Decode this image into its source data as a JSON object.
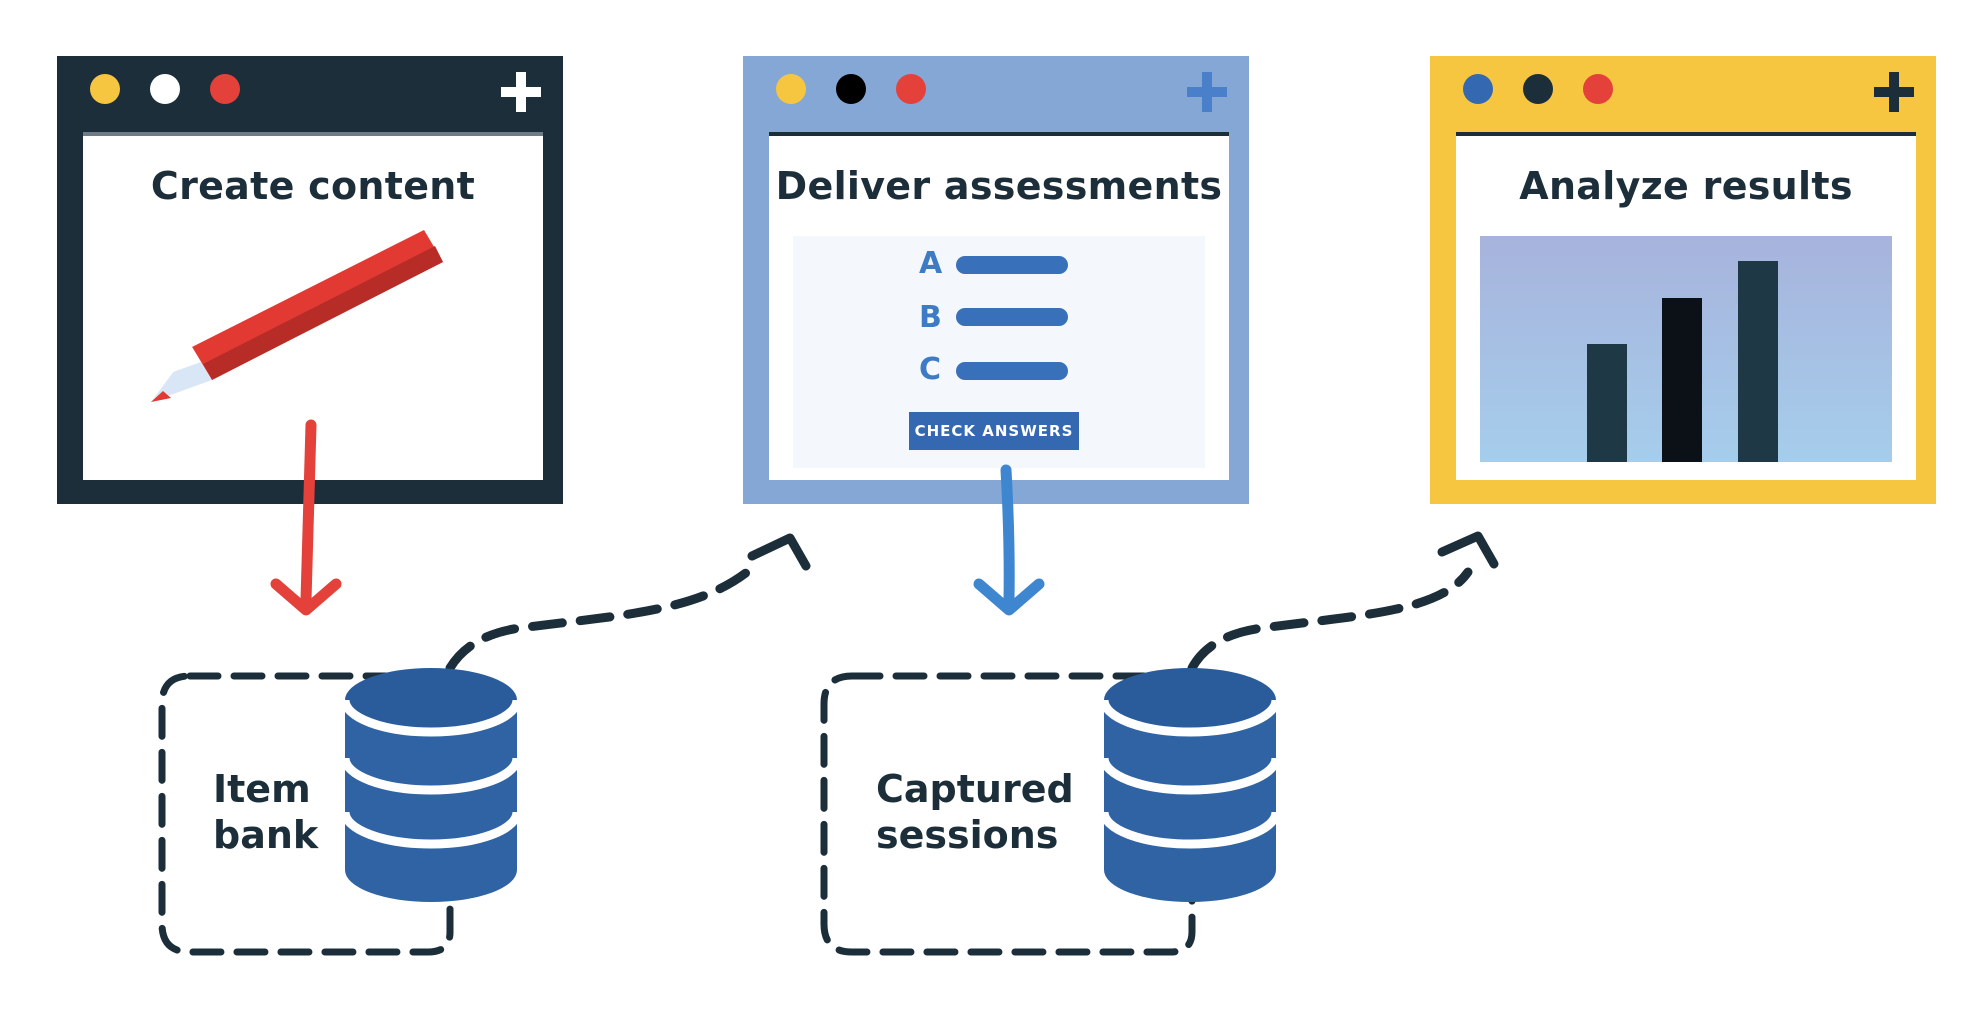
{
  "windows": {
    "create": {
      "title": "Create content",
      "dots": [
        "#f7c640",
        "#ffffff",
        "#e3413a"
      ],
      "plus_color": "#ffffff"
    },
    "deliver": {
      "title": "Deliver assessments",
      "dots": [
        "#f7c640",
        "#000000",
        "#e3413a"
      ],
      "plus_color": "#4a7fc9",
      "options": [
        "A",
        "B",
        "C"
      ],
      "button_label": "CHECK ANSWERS"
    },
    "analyze": {
      "title": "Analyze results",
      "dots": [
        "#3468b0",
        "#1b2e3a",
        "#e3413a"
      ],
      "plus_color": "#1b2e3a"
    }
  },
  "storage": {
    "item_bank": {
      "line1": "Item",
      "line2": "bank"
    },
    "captured_sessions": {
      "line1": "Captured",
      "line2": "sessions"
    }
  },
  "colors": {
    "navy": "#1b2e3a",
    "red_arrow": "#e3413a",
    "blue_arrow": "#3f86d0",
    "database": "#2f63a4"
  }
}
